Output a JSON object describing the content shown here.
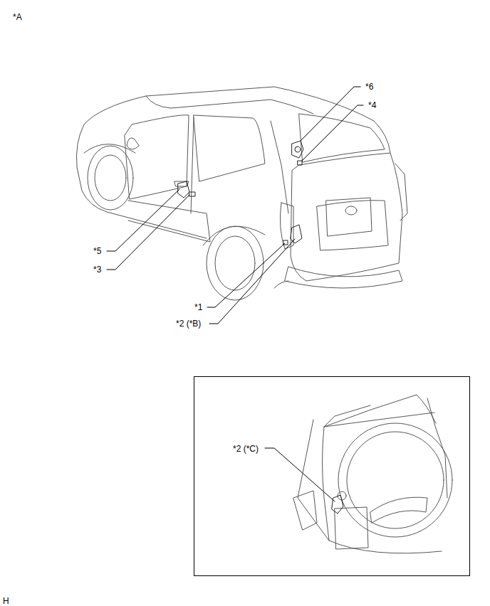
{
  "diagram": {
    "nodes": [
      {
        "text": [
          "*2 (*C)"
        ]
      }
    ],
    "labels": [
      "*A",
      "*6",
      "*4",
      "*5",
      "*3",
      "*1",
      "*2 (*B)",
      "H"
    ]
  }
}
